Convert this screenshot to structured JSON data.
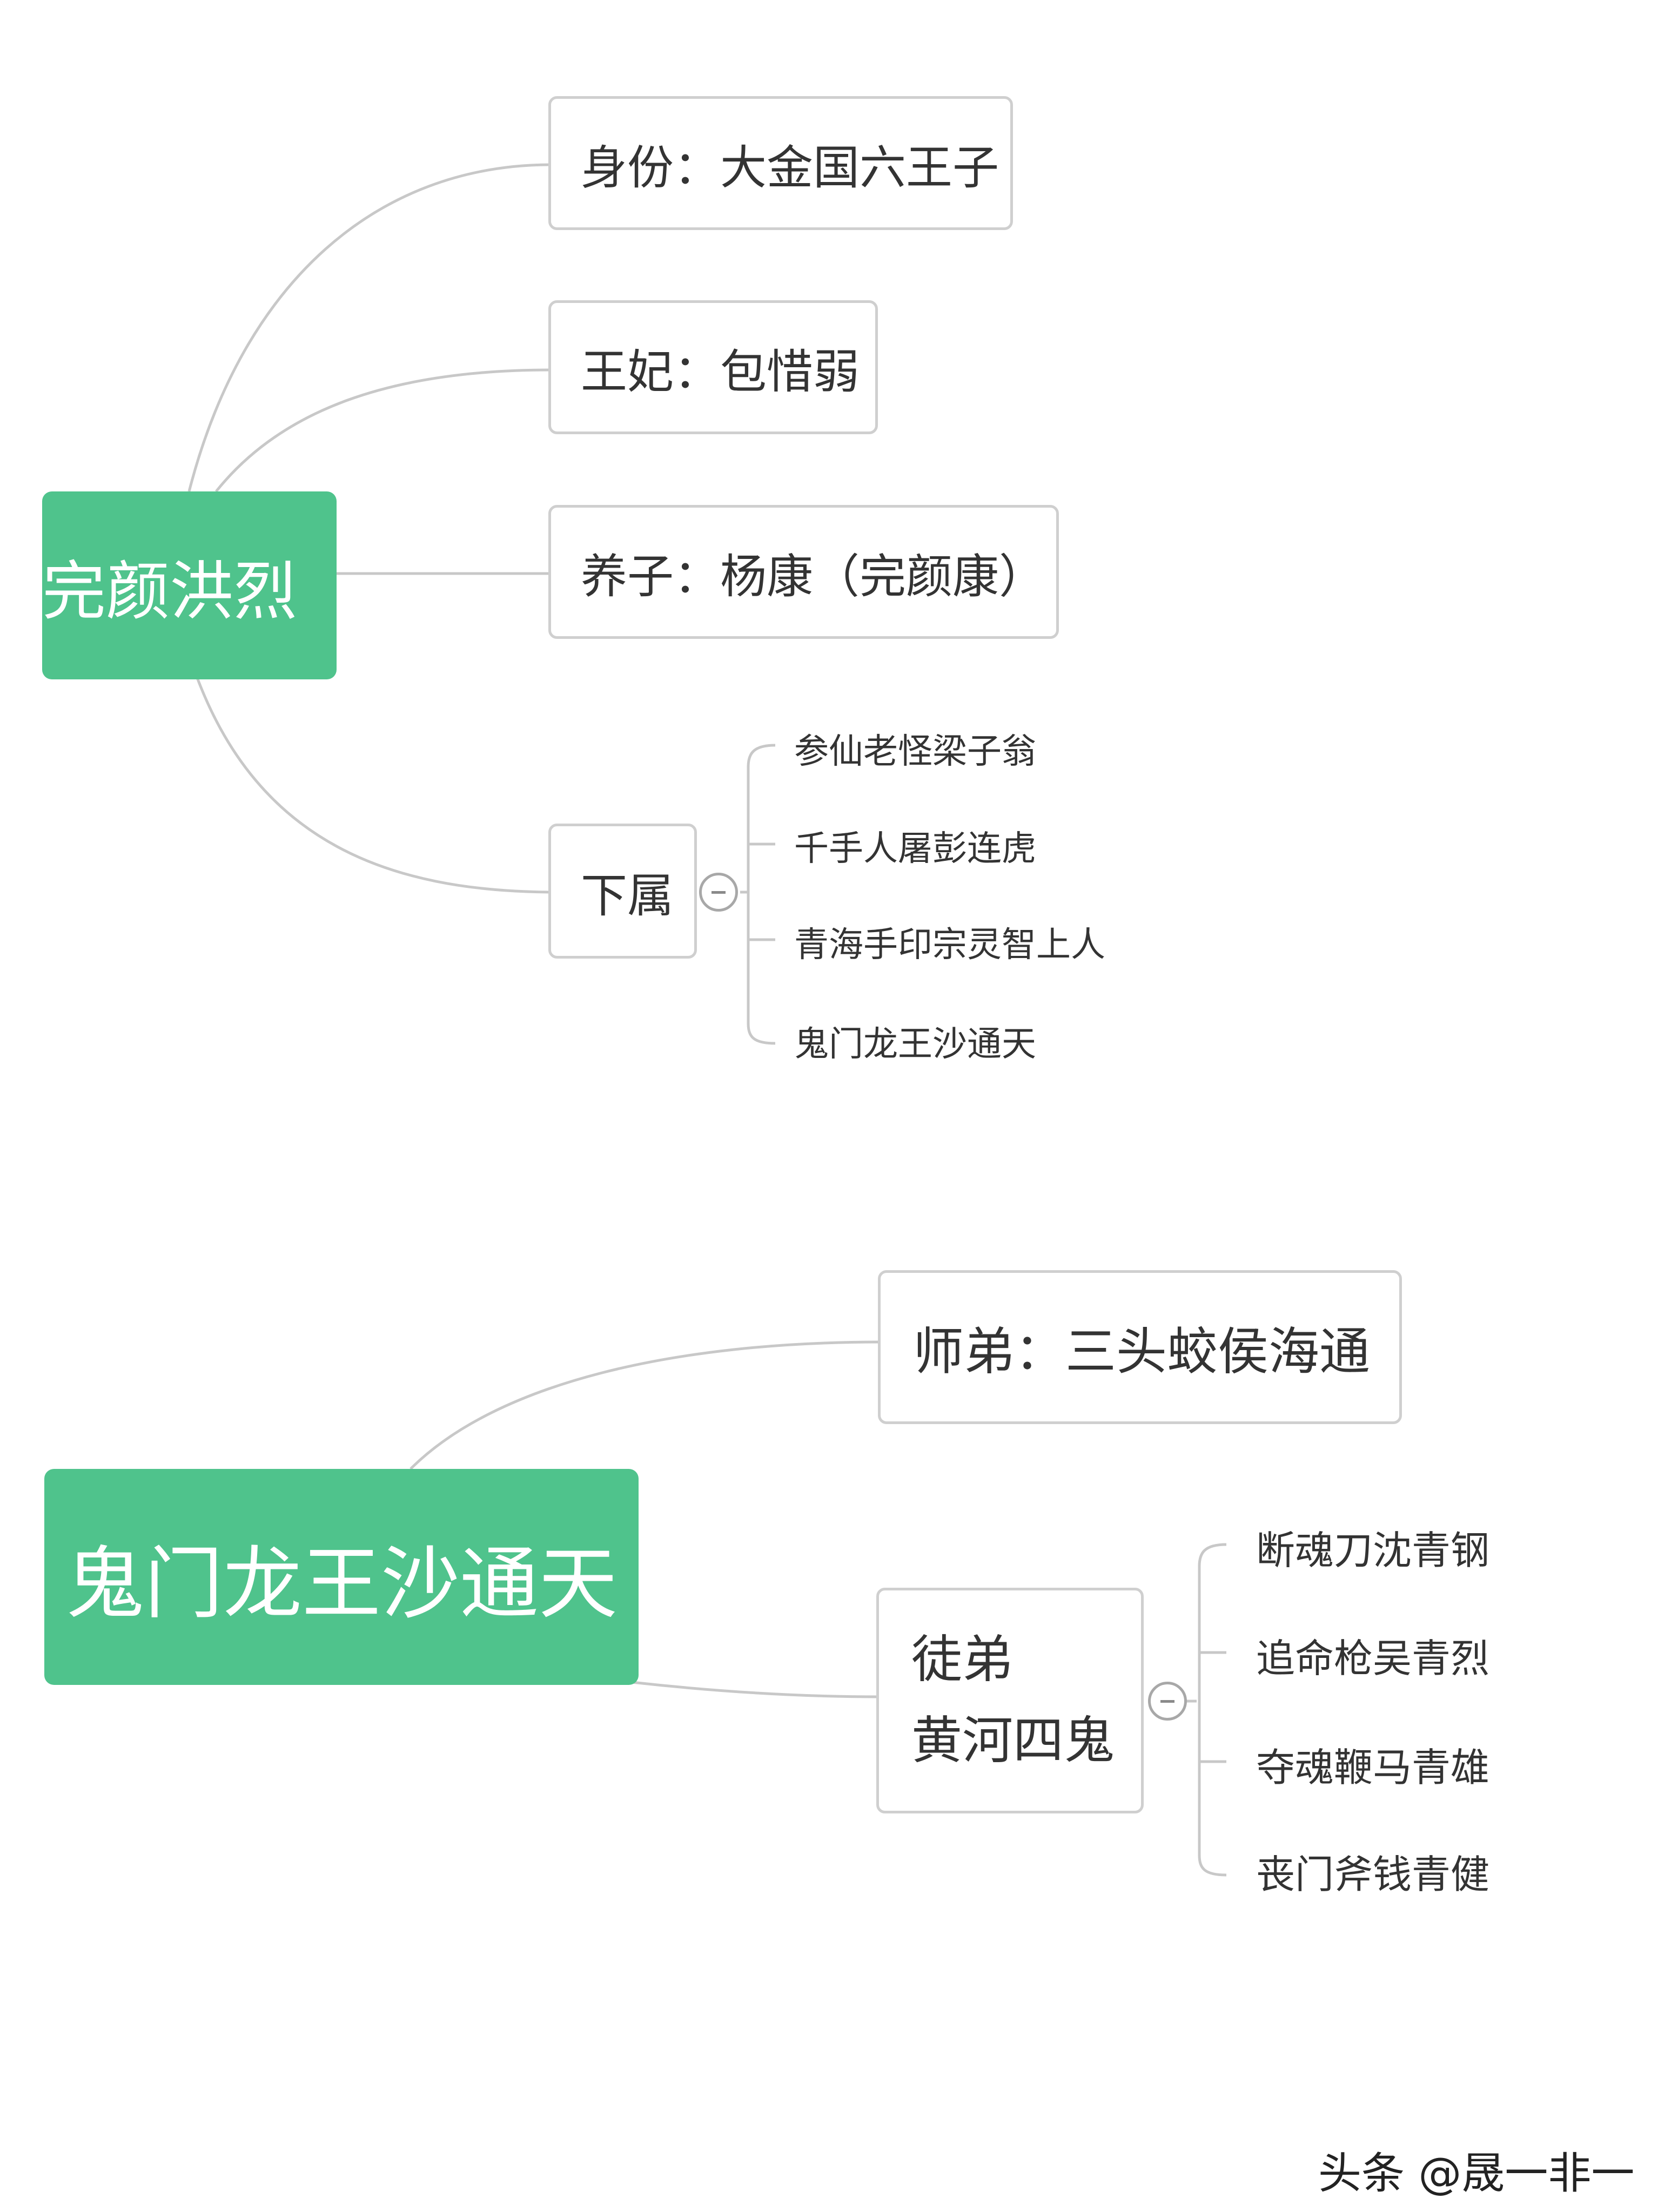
{
  "map1": {
    "root": "完颜洪烈",
    "branches": [
      "身份：大金国六王子",
      "王妃：包惜弱",
      "养子：杨康（完颜康）",
      "下属"
    ],
    "subordinates": [
      "参仙老怪梁子翁",
      "千手人屠彭连虎",
      "青海手印宗灵智上人",
      "鬼门龙王沙通天"
    ]
  },
  "map2": {
    "root": "鬼门龙王沙通天",
    "branches": [
      "师弟：三头蛟侯海通"
    ],
    "disciples": {
      "line1": "徒弟",
      "line2": "黄河四鬼",
      "members": [
        "断魂刀沈青钢",
        "追命枪吴青烈",
        "夺魂鞭马青雄",
        "丧门斧钱青健"
      ]
    }
  },
  "watermark": "头条 @晟一非一",
  "colors": {
    "root_fill": "#4fc38c",
    "line": "#c8c8c8"
  }
}
